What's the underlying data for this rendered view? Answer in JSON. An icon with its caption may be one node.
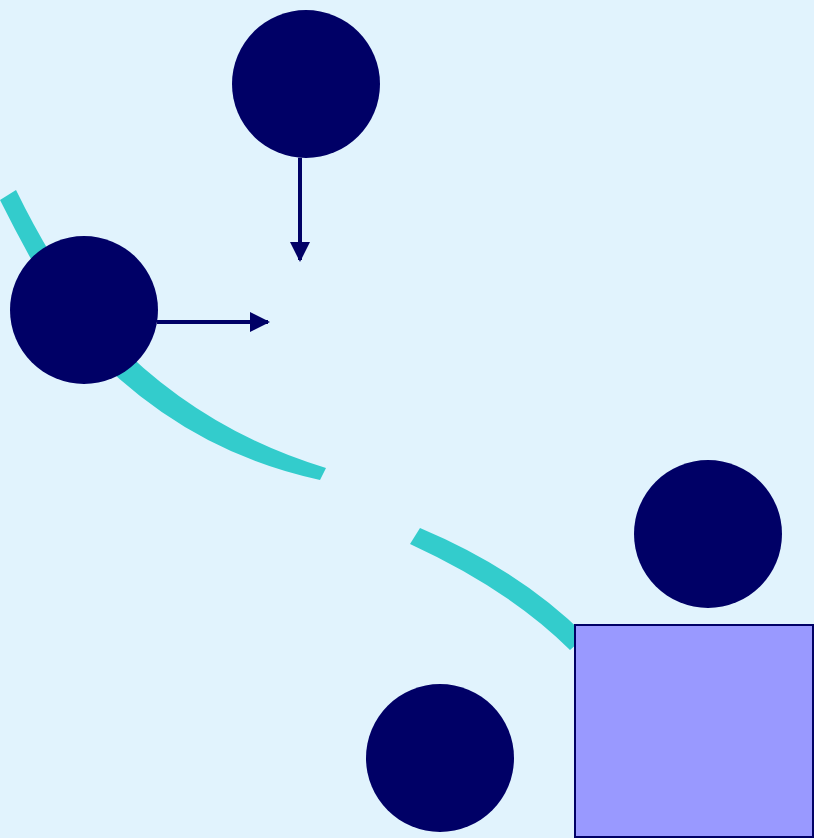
{
  "diagram": {
    "nodes": [
      {
        "text": [],
        "shape": "circle"
      },
      {
        "text": [],
        "shape": "circle"
      },
      {
        "text": [],
        "shape": "circle"
      },
      {
        "text": [],
        "shape": "box"
      },
      {
        "text": [],
        "shape": "circle"
      }
    ],
    "edges": [
      {
        "from": 0,
        "to": null,
        "arrow": "to"
      },
      {
        "from": 1,
        "to": null,
        "arrow": "to"
      }
    ]
  }
}
